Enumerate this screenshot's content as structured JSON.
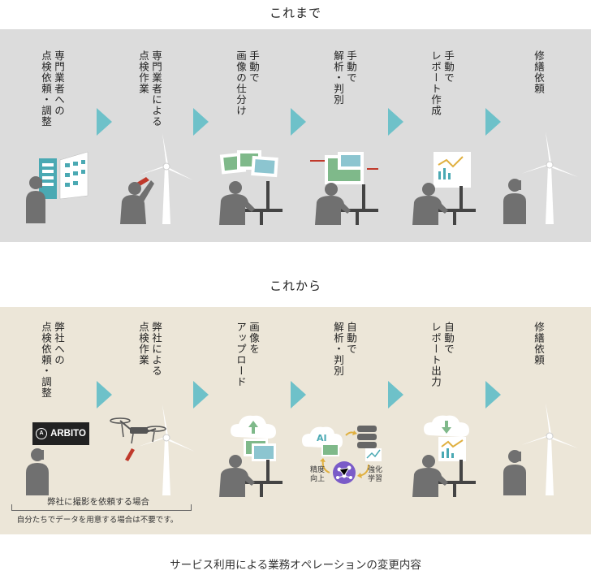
{
  "titles": {
    "before": "これまで",
    "after": "これから"
  },
  "before_steps": [
    {
      "label": "専門業者への\n点検依頼・調整"
    },
    {
      "label": "専門業者による\n点検作業"
    },
    {
      "label": "手動で\n画像の仕分け"
    },
    {
      "label": "手動で\n解析・判別"
    },
    {
      "label": "手動で\nレポート作成"
    },
    {
      "label": "修繕依頼"
    }
  ],
  "after_steps": [
    {
      "label": "弊社への\n点検依頼・調整"
    },
    {
      "label": "弊社による\n点検作業"
    },
    {
      "label": "画像を\nアップロード"
    },
    {
      "label": "自動で\n解析・判別"
    },
    {
      "label": "自動で\nレポート出力"
    },
    {
      "label": "修繕依頼"
    }
  ],
  "logo_text": "ARBITO",
  "ai_labels": {
    "ai": "AI",
    "precision": "精度\n向上",
    "learning": "強化\n学習"
  },
  "note": {
    "primary": "弊社に撮影を依頼する場合",
    "secondary": "自分たちでデータを用意する場合は不要です。"
  },
  "caption": "サービス利用による業務オペレーションの変更内容",
  "colors": {
    "accent": "#6ec1c9",
    "person": "#707070",
    "band_before": "#dcdcdc",
    "band_after": "#ece6d8"
  }
}
